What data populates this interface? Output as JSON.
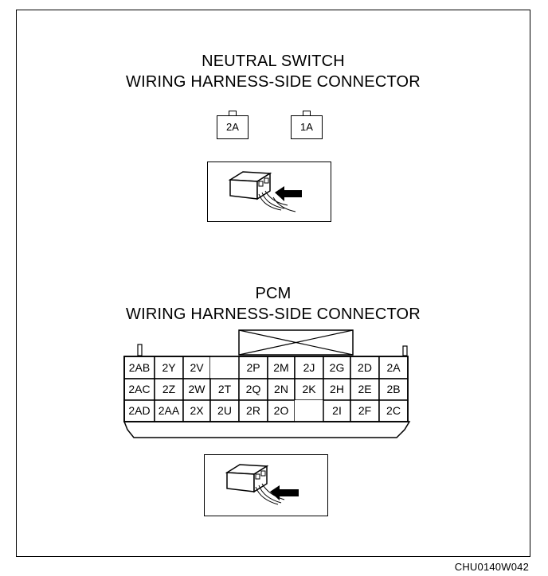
{
  "neutral_switch": {
    "title_line1": "NEUTRAL SWITCH",
    "title_line2": "WIRING HARNESS-SIDE CONNECTOR",
    "terminals": [
      "2A",
      "1A"
    ]
  },
  "pcm": {
    "title_line1": "PCM",
    "title_line2": "WIRING HARNESS-SIDE CONNECTOR",
    "rows": [
      [
        "2AB",
        "2Y",
        "2V",
        "",
        "2P",
        "2M",
        "2J",
        "2G",
        "2D",
        "2A"
      ],
      [
        "2AC",
        "2Z",
        "2W",
        "2T",
        "2Q",
        "2N",
        "2K",
        "2H",
        "2E",
        "2B"
      ],
      [
        "2AD",
        "2AA",
        "2X",
        "2U",
        "2R",
        "2O",
        "",
        "2I",
        "2F",
        "2C"
      ]
    ]
  },
  "figure_code": "CHU0140W042"
}
